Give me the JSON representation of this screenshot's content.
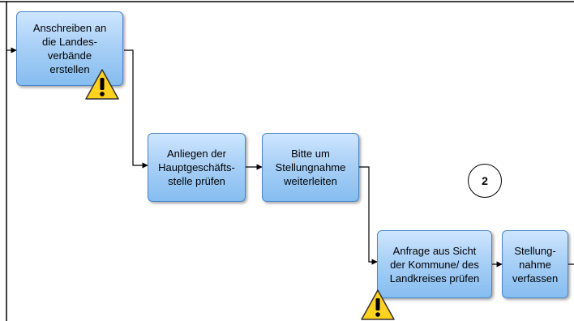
{
  "diagram": {
    "steps": [
      {
        "id": "s1",
        "label": "Anschreiben an\ndie Landes-\nverbände\nerstellen"
      },
      {
        "id": "s2",
        "label": "Anliegen der\nHauptgeschäfts-\nstelle prüfen"
      },
      {
        "id": "s3",
        "label": "Bitte um\nStellungnahme\nweiterleiten"
      },
      {
        "id": "s4",
        "label": "Anfrage aus Sicht\nder Kommune/ des\nLandkreises prüfen"
      },
      {
        "id": "s5",
        "label": "Stellung-\nnahme\nverfassen"
      }
    ],
    "badge": "2",
    "warning_icon": "warning-triangle-icon",
    "colors": {
      "box_fill": "#a9d0f6",
      "box_border": "#4a86c8",
      "warning_fill": "#ffd21f"
    }
  }
}
